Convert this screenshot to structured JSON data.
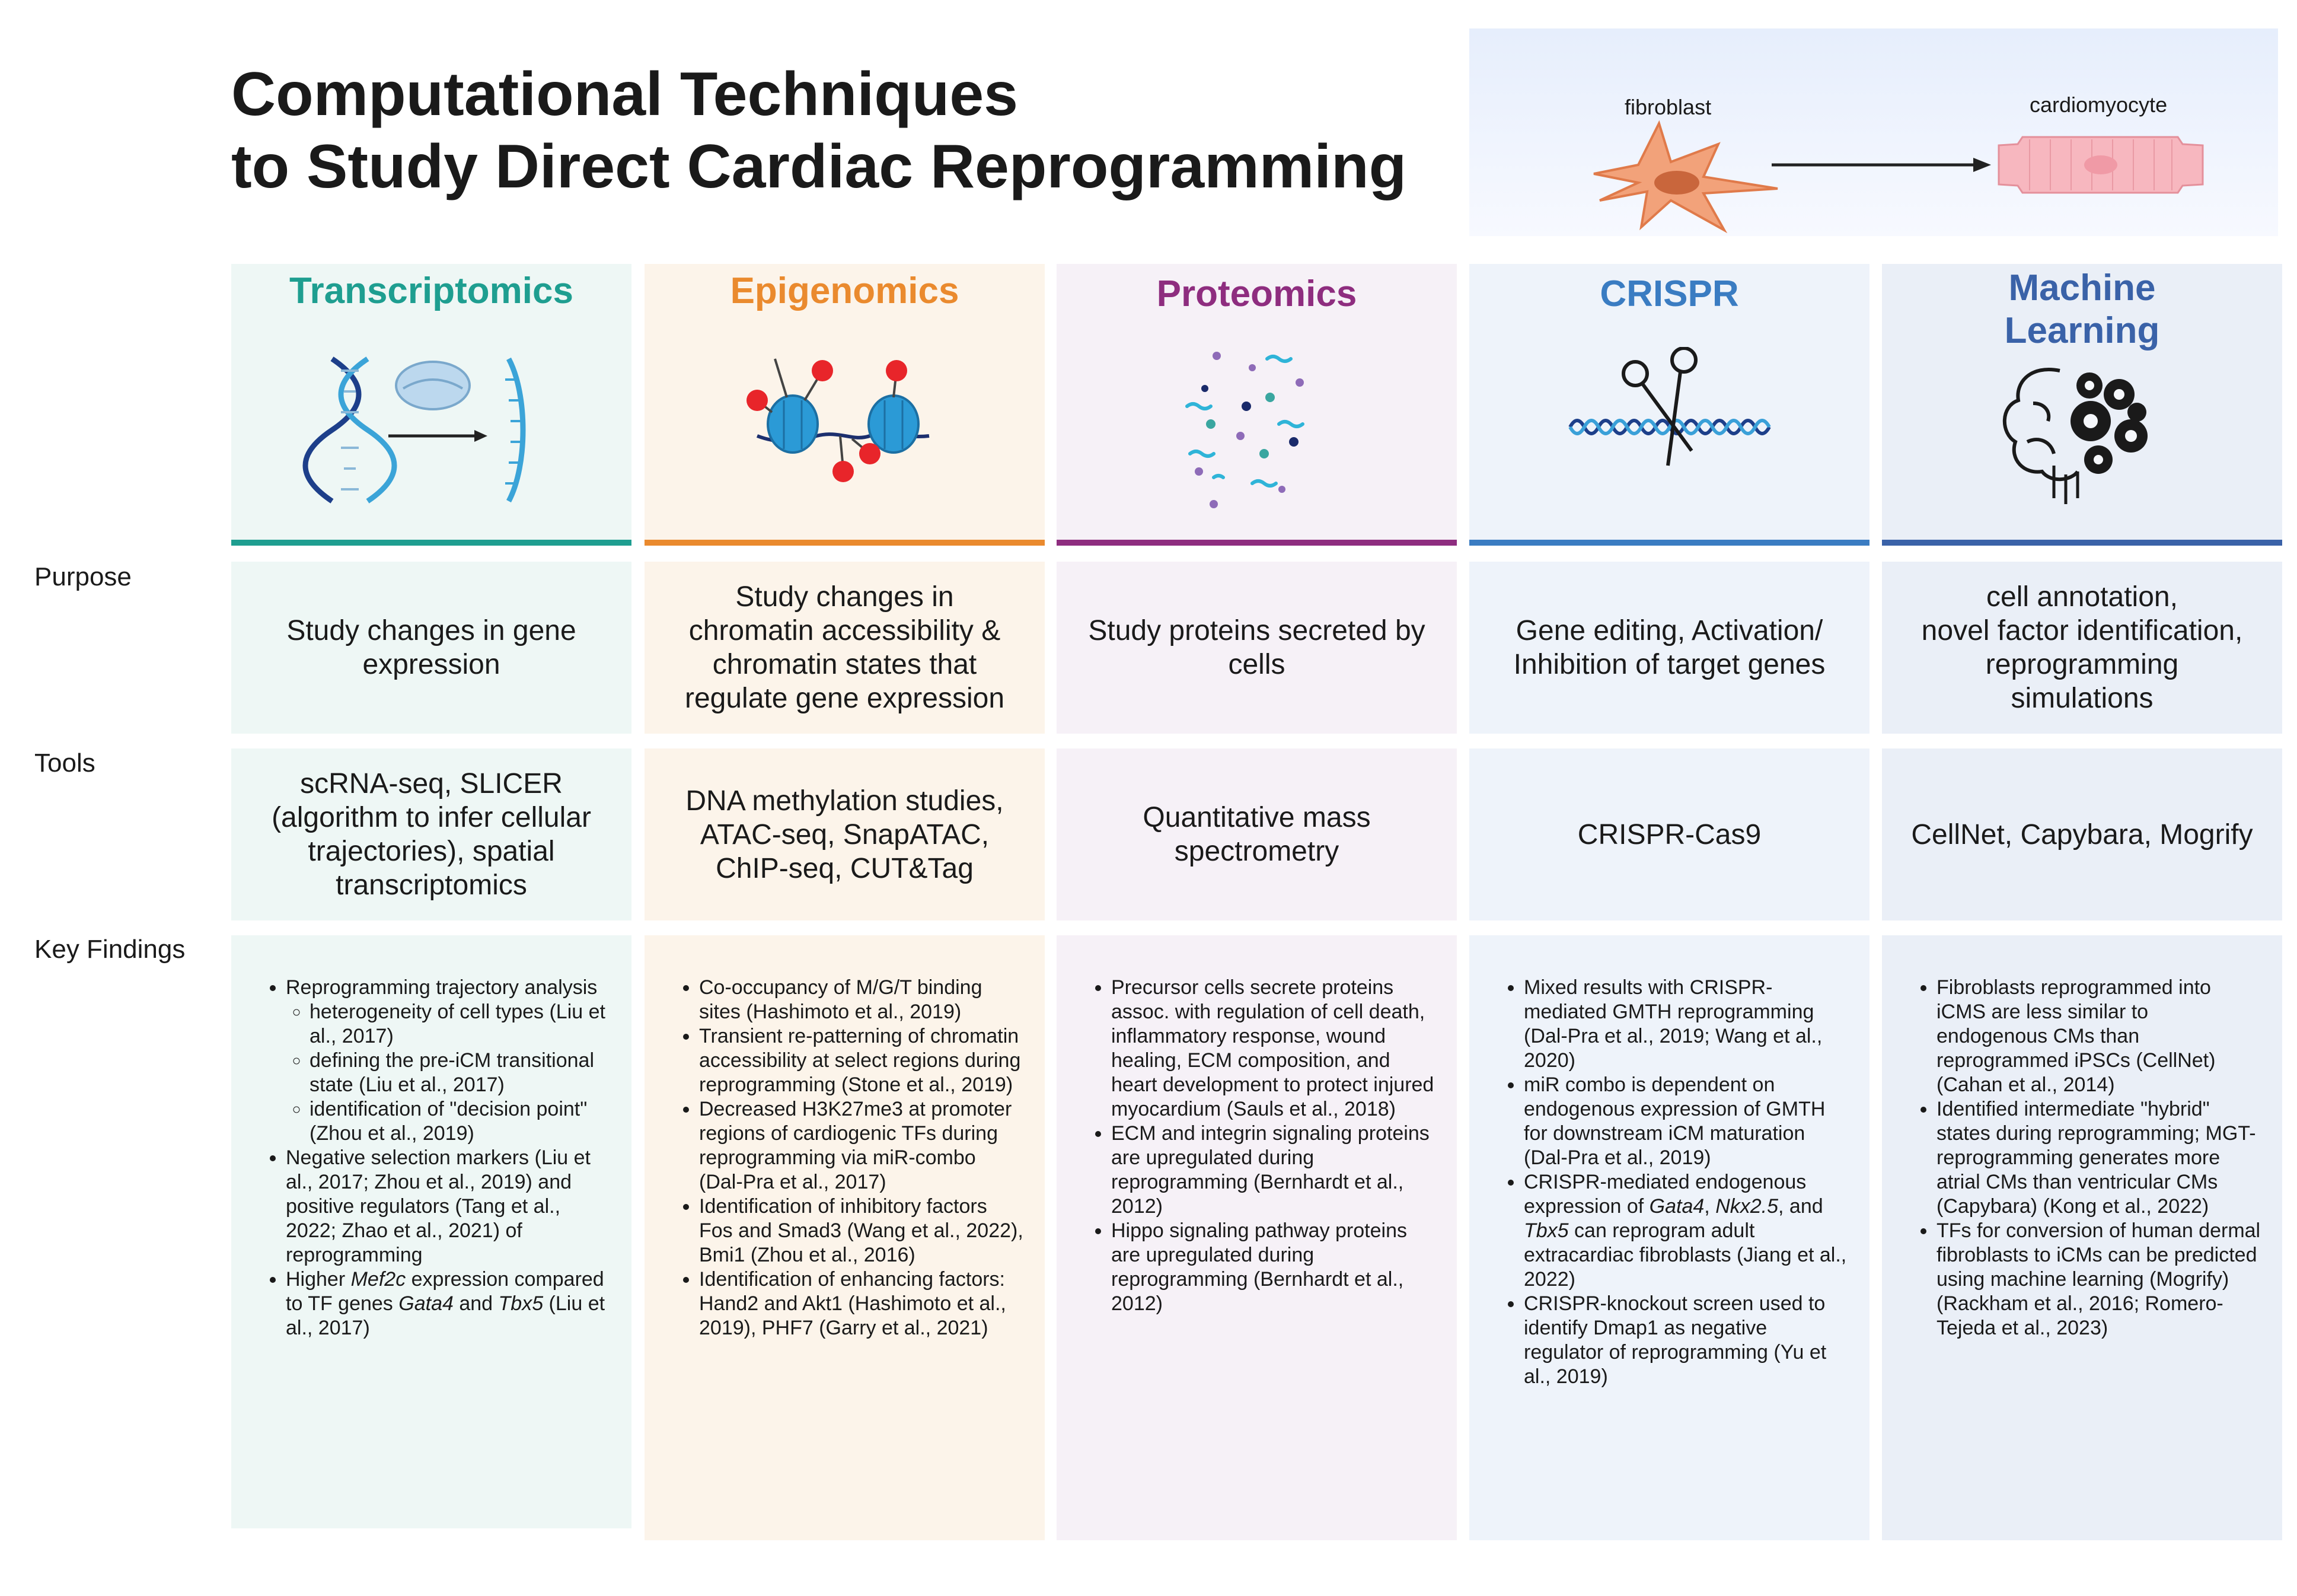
{
  "title": {
    "line1": "Computational Techniques",
    "line2": "to Study Direct Cardiac Reprogramming"
  },
  "banner": {
    "from_label": "fibroblast",
    "to_label": "cardiomyocyte"
  },
  "row_labels": {
    "purpose": "Purpose",
    "tools": "Tools",
    "key_findings": "Key Findings"
  },
  "columns": [
    {
      "name": "Transcriptomics",
      "color": "#1e9e90",
      "bg": "#eef7f5",
      "icon": "dna-transcription-icon",
      "purpose": [
        "Study changes in gene",
        "expression"
      ],
      "tools": [
        "scRNA-seq, SLICER",
        "(algorithm to infer cellular",
        "trajectories), spatial",
        "transcriptomics"
      ],
      "findings": [
        {
          "text": "Reprogramming trajectory analysis",
          "sub": [
            "heterogeneity of cell types (Liu et al., 2017)",
            "defining the pre-iCM transitional state (Liu et al., 2017)",
            "identification of \"decision point\" (Zhou et al., 2019)"
          ]
        },
        {
          "text": "Negative selection markers (Liu et al., 2017; Zhou et al., 2019) and positive regulators (Tang et al., 2022; Zhao et al., 2021) of reprogramming"
        },
        {
          "html": "Higher <i>Mef2c</i> expression compared to TF genes <i>Gata4</i> and <i>Tbx5</i> (Liu et al., 2017)"
        }
      ]
    },
    {
      "name": "Epigenomics",
      "color": "#ea8a2e",
      "bg": "#fcf4ea",
      "icon": "nucleosome-methylation-icon",
      "purpose": [
        "Study changes in",
        "chromatin accessibility &",
        "chromatin states that",
        "regulate gene expression"
      ],
      "tools": [
        "DNA methylation studies,",
        "ATAC-seq, SnapATAC,",
        "ChIP-seq, CUT&Tag"
      ],
      "findings": [
        {
          "text": "Co-occupancy of M/G/T binding sites (Hashimoto et al., 2019)"
        },
        {
          "text": "Transient re-patterning of chromatin accessibility at select regions during reprogramming (Stone et al., 2019)"
        },
        {
          "text": "Decreased H3K27me3 at promoter regions of cardiogenic TFs during reprogramming via miR-combo (Dal-Pra et al., 2017)"
        },
        {
          "text": "Identification of inhibitory factors Fos and Smad3 (Wang et al., 2022), Bmi1 (Zhou et al., 2016)"
        },
        {
          "text": "Identification of enhancing factors: Hand2 and Akt1 (Hashimoto et al., 2019), PHF7 (Garry et al., 2021)"
        }
      ]
    },
    {
      "name": "Proteomics",
      "color": "#8e2d7f",
      "bg": "#f6f1f7",
      "icon": "proteins-icon",
      "purpose": [
        "Study proteins secreted by",
        "cells"
      ],
      "tools": [
        "Quantitative mass",
        "spectrometry"
      ],
      "findings": [
        {
          "text": "Precursor cells secrete proteins assoc. with regulation of cell death, inflammatory response, wound healing, ECM composition, and heart development to protect injured myocardium (Sauls et al., 2018)"
        },
        {
          "text": "ECM and integrin signaling proteins are upregulated during reprogramming (Bernhardt et al., 2012)"
        },
        {
          "text": "Hippo signaling pathway proteins are upregulated during reprogramming (Bernhardt et al., 2012)"
        }
      ]
    },
    {
      "name": "CRISPR",
      "color": "#3a7cc2",
      "bg": "#eef3fa",
      "icon": "scissors-dna-icon",
      "purpose": [
        "Gene editing, Activation/",
        "Inhibition of target genes"
      ],
      "tools": [
        "CRISPR-Cas9"
      ],
      "findings": [
        {
          "text": "Mixed results with CRISPR-mediated GMTH reprogramming (Dal-Pra et al., 2019; Wang et al., 2020)"
        },
        {
          "text": "miR combo is dependent on endogenous expression of GMTH for downstream iCM maturation (Dal-Pra et al., 2019)"
        },
        {
          "html": "CRISPR-mediated endogenous expression of <i>Gata4</i>, <i>Nkx2.5</i>, and <i>Tbx5</i> can reprogram adult extracardiac fibroblasts (Jiang et al., 2022)"
        },
        {
          "text": "CRISPR-knockout screen used to identify Dmap1 as negative regulator of reprogramming (Yu et al., 2019)"
        }
      ]
    },
    {
      "name": "Machine Learning",
      "name_lines": [
        "Machine",
        "Learning"
      ],
      "color": "#3a62a8",
      "bg": "#eaeff7",
      "icon": "brain-gears-icon",
      "purpose": [
        "cell annotation,",
        "novel factor identification,",
        "reprogramming",
        "simulations"
      ],
      "tools": [
        "CellNet, Capybara, Mogrify"
      ],
      "findings": [
        {
          "text": "Fibroblasts reprogrammed into iCMS are less similar to endogenous CMs than reprogrammed iPSCs (CellNet) (Cahan et al., 2014)"
        },
        {
          "text": "Identified intermediate \"hybrid\" states during reprogramming; MGT-reprogramming generates more atrial CMs than ventricular CMs (Capybara) (Kong et al., 2022)"
        },
        {
          "text": "TFs for conversion of human dermal fibroblasts to iCMs can be predicted using machine learning (Mogrify) (Rackham et al., 2016; Romero-Tejeda et al., 2023)"
        }
      ]
    }
  ]
}
